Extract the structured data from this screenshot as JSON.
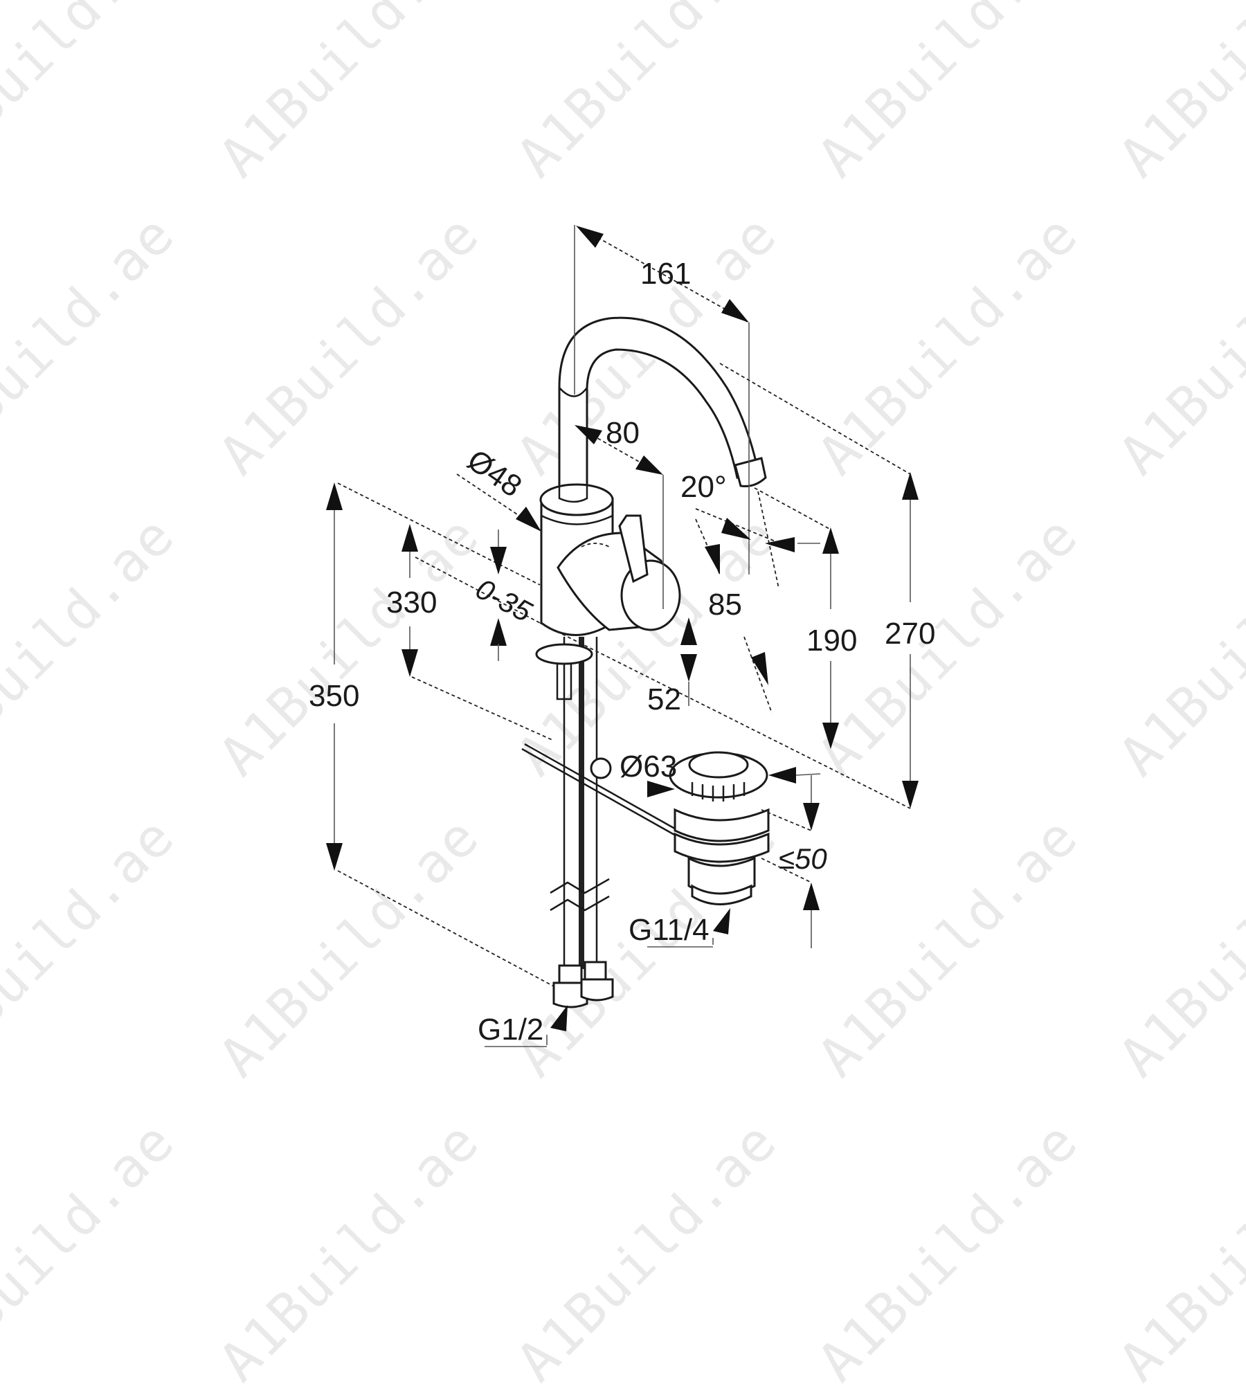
{
  "watermark": {
    "text": "A1Build.ae",
    "color": "#e9e9e9"
  },
  "drawing": {
    "title": "Basin mixer dimension drawing",
    "dimensions": {
      "spout_reach": "161",
      "spout_offset": "80",
      "body_diameter": "Ø48",
      "spout_angle": "20°",
      "lever_reach": "85",
      "height_330": "330",
      "height_350": "350",
      "deck_range": "0-35",
      "lever_height": "52",
      "spout_height": "190",
      "total_height": "270",
      "waste_diameter": "Ø63",
      "waste_depth": "≤50",
      "waste_thread": "G11/4",
      "supply_thread": "G1/2"
    }
  }
}
